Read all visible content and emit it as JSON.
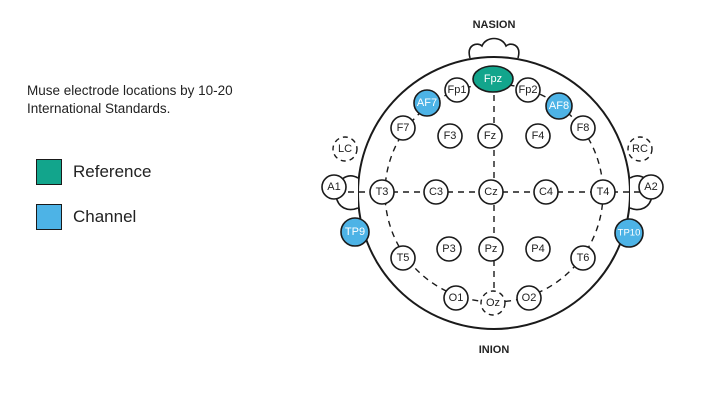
{
  "description": "Muse electrode locations by 10-20 International Standards.",
  "legend": [
    {
      "label": "Reference",
      "color": "#12a58c"
    },
    {
      "label": "Channel",
      "color": "#4db3e6"
    }
  ],
  "diagram": {
    "top_label": "NASION",
    "bottom_label": "INION",
    "electrodes": {
      "fpz": "Fpz",
      "fp1": "Fp1",
      "fp2": "Fp2",
      "af7": "AF7",
      "af8": "AF8",
      "f7": "F7",
      "f3": "F3",
      "fz": "Fz",
      "f4": "F4",
      "f8": "F8",
      "lc": "LC",
      "rc": "RC",
      "a1": "A1",
      "a2": "A2",
      "t3": "T3",
      "c3": "C3",
      "cz": "Cz",
      "c4": "C4",
      "t4": "T4",
      "tp9": "TP9",
      "tp10": "TP10",
      "t5": "T5",
      "p3": "P3",
      "pz": "Pz",
      "p4": "P4",
      "t6": "T6",
      "o1": "O1",
      "oz": "Oz",
      "o2": "O2"
    }
  }
}
